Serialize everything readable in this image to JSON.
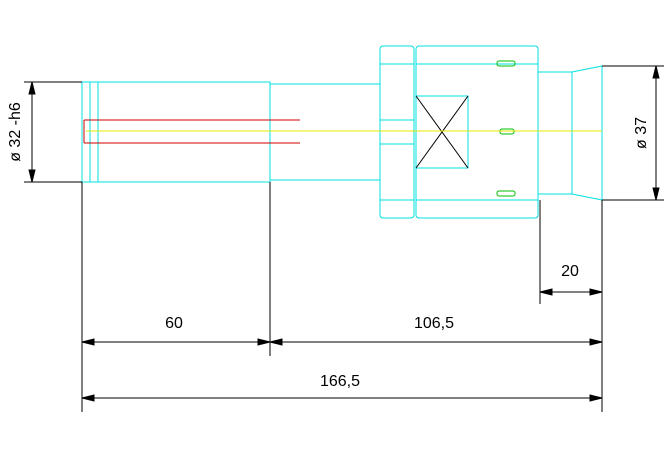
{
  "drawing": {
    "dimensions": {
      "shank_diameter": "ø 32 -h6",
      "body_diameter": "ø 37",
      "shank_length": "60",
      "body_length": "106,5",
      "overall_length": "166,5",
      "nose_length": "20"
    },
    "colors": {
      "outline": "#00e0e0",
      "centerline": "#e8e800",
      "coolant_bore": "#d00000",
      "detail": "#00c000",
      "dimension": "#000000",
      "background": "#ffffff"
    }
  }
}
